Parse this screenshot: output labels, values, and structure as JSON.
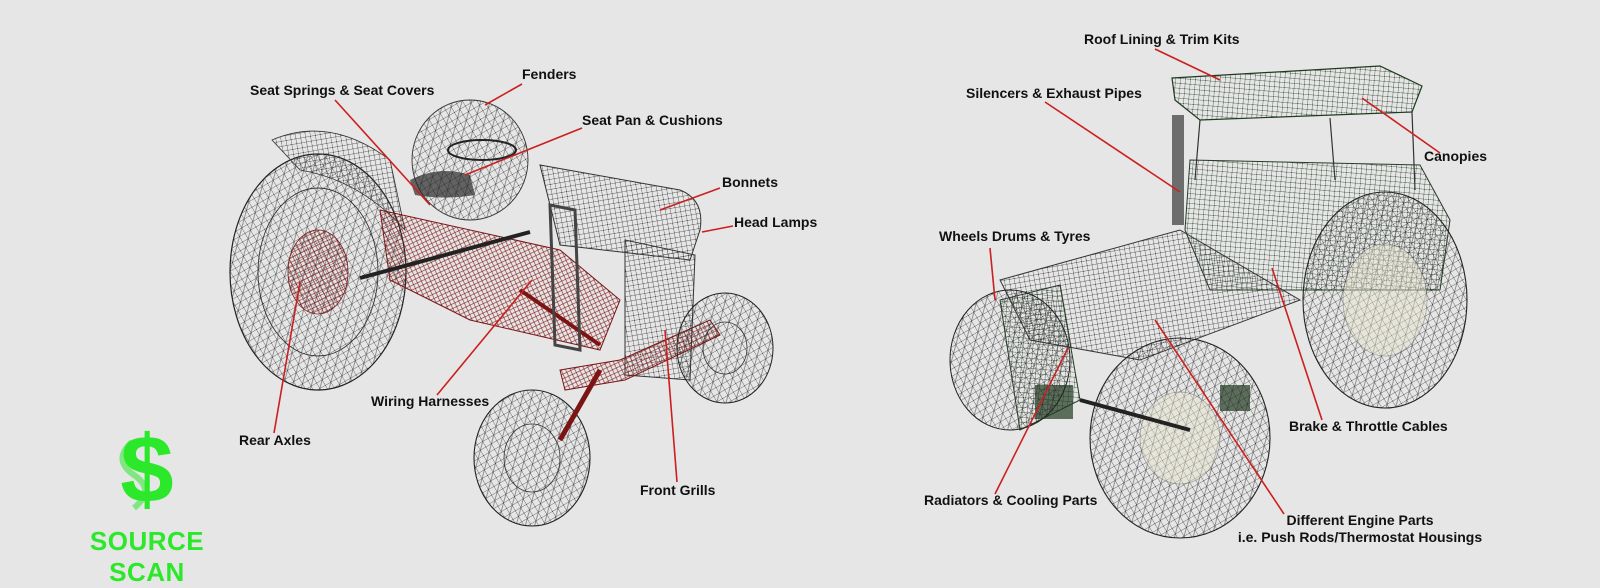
{
  "colors": {
    "background": "#e6e6e6",
    "leader_line": "#cc1f1f",
    "wire_dark": "#222222",
    "wire_red": "#8a1a1a",
    "wire_green": "#1f3a1f",
    "logo_green": "#2be82b"
  },
  "logo": {
    "symbol": "$",
    "text": "SOURCE SCAN"
  },
  "left_tractor": {
    "labels": {
      "seat_springs": "Seat Springs & Seat Covers",
      "fenders": "Fenders",
      "seat_pan": "Seat Pan & Cushions",
      "bonnets": "Bonnets",
      "head_lamps": "Head Lamps",
      "wiring": "Wiring Harnesses",
      "rear_axles": "Rear Axles",
      "front_grills": "Front Grills"
    }
  },
  "right_tractor": {
    "labels": {
      "roof_lining": "Roof Lining & Trim Kits",
      "silencers": "Silencers & Exhaust Pipes",
      "canopies": "Canopies",
      "wheels": "Wheels Drums & Tyres",
      "brake": "Brake & Throttle Cables",
      "radiators": "Radiators & Cooling Parts",
      "engine_line1": "Different Engine Parts",
      "engine_line2": "i.e. Push Rods/Thermostat Housings"
    }
  }
}
